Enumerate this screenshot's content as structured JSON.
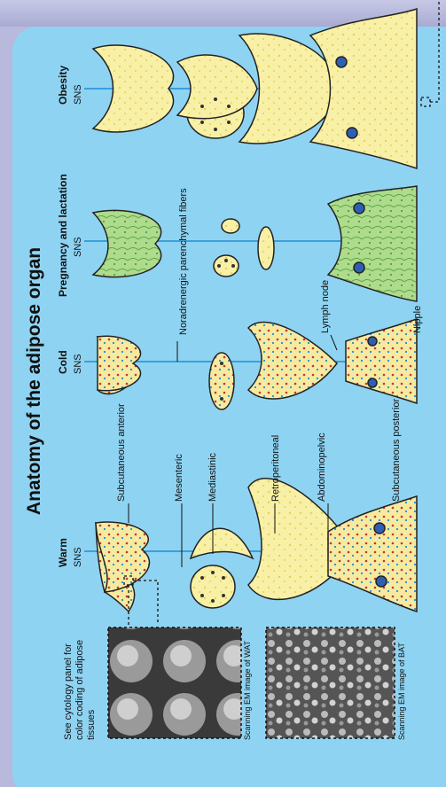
{
  "title": "Anatomy of the adipose organ",
  "columns": {
    "warm": "Warm",
    "cold": "Cold",
    "pregnancy": "Pregnancy and lactation",
    "obesity": "Obesity"
  },
  "sns": "SNS",
  "labels": {
    "subcutaneous_anterior": "Subcutaneous anterior",
    "mesenteric": "Mesenteric",
    "mediastinic": "Mediastinic",
    "retroperitoneal": "Retroperitoneal",
    "abdominopelvic": "Abdominopelvic",
    "subcutaneous_posterior": "Subcutaneous posterior",
    "noradrenergic": "Noradrenergic parenchymal fibers",
    "lymph_node": "Lymph node",
    "nipple": "Nipple"
  },
  "side_note": "See cytology panel for color coding of adipose tissues",
  "em_wat": "Scanning EM image of WAT",
  "em_bat": "Scanning EM image of BAT",
  "colors": {
    "background": "#8fd3f2",
    "fat_yellow": "#f8f0a6",
    "green_tissue": "#aedb8c",
    "nerve_blue": "#1d8fd6",
    "lymph_node": "#2f5fb3",
    "brown_dots": "#c0392b"
  }
}
